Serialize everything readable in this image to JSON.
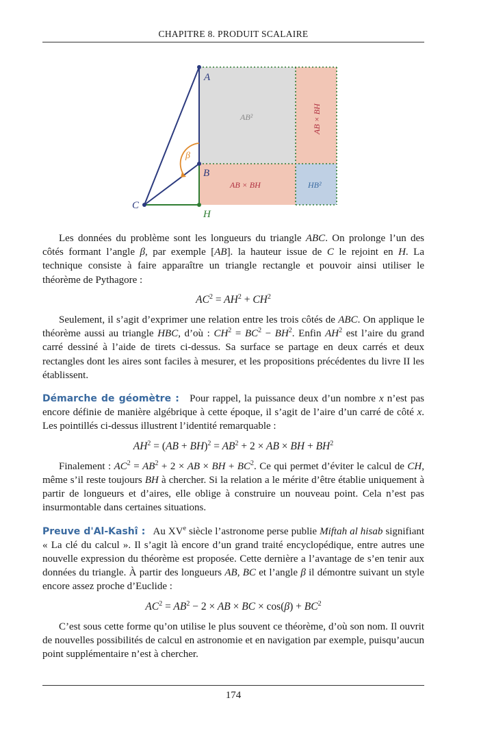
{
  "header": {
    "chapter": "CHAPITRE 8.  PRODUIT SCALAIRE"
  },
  "figure": {
    "labels": {
      "A": "A",
      "B": "B",
      "C": "C",
      "H": "H",
      "beta": "β",
      "ab2": "AB²",
      "ab_bh_vertical": "AB × BH",
      "ab_bh_horizontal": "AB × BH",
      "hb2": "HB²"
    },
    "colors": {
      "square_gray": "#dcdcdc",
      "rect_pink": "#f2c6b6",
      "square_blue": "#bfd0e4",
      "triangle_blue": "#2b3a7e",
      "green": "#2e7d32",
      "orange": "#e08a2c",
      "label_red": "#b03040",
      "label_blue": "#3a6aa0"
    }
  },
  "page": {
    "number": "174"
  },
  "sections": {
    "demarche_title": "Démarche de géomètre :",
    "preuve_title": "Preuve d'Al-Kashî :"
  }
}
